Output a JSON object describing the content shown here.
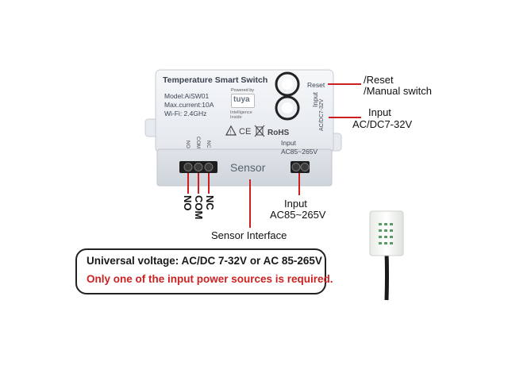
{
  "device": {
    "title": "Temperature Smart Switch",
    "model": "Model:AiSW01",
    "max_current": "Max.current:10A",
    "wifi": "Wi-Fi: 2.4GHz",
    "powered_by": "Powered by",
    "tuya_logo": "tuya",
    "intelligence": "Intelligence Inside",
    "reset_label": "Reset",
    "input_dc_top": "Input",
    "input_dc_bottom": "AC/DC7-32V",
    "ce_mark": "CE",
    "rohs_mark": "RoHS",
    "input_ac_top": "Input",
    "input_ac_bottom": "AC85~265V",
    "sensor_port": "Sensor",
    "terminals": {
      "no": "NO",
      "com": "COM",
      "nc": "NC"
    }
  },
  "callouts": {
    "reset_line1": "/Reset",
    "reset_line2": "/Manual switch",
    "dc_line1": "Input",
    "dc_line2": "AC/DC7-32V",
    "ac_line1": "Input",
    "ac_line2": "AC85~265V",
    "sensor_interface": "Sensor Interface",
    "relay_no": "NO",
    "relay_com": "COM",
    "relay_nc": "NC"
  },
  "notice": {
    "line1": "Universal voltage: AC/DC 7-32V or AC 85-265V",
    "line2": "Only one of the input power sources is required."
  },
  "colors": {
    "callout_line": "#cc1f1f",
    "warning_text": "#cc2222",
    "device_body": "#eef1f5"
  },
  "icons": [
    "reset-button-icon",
    "manual-switch-button-icon",
    "warning-triangle-icon",
    "weee-bin-icon",
    "temperature-humidity-probe-icon"
  ]
}
